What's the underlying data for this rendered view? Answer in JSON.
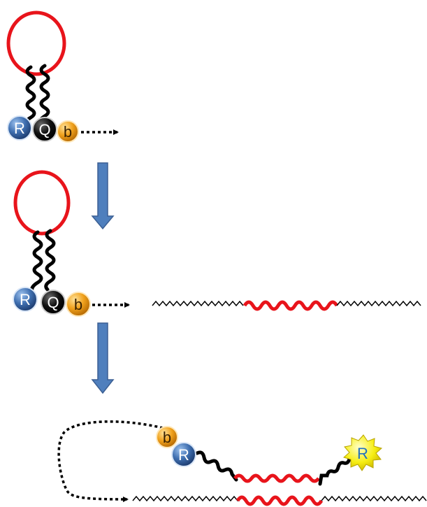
{
  "labels": {
    "reporter": "R",
    "quencher": "Q",
    "binder": "b"
  },
  "colors": {
    "loop": "#e8141b",
    "stem": "#000000",
    "arrow_fill": "#4f7fbd",
    "arrow_stroke": "#3b5f93",
    "reporter_fill": "#3f6fb0",
    "quencher_fill": "#111111",
    "binder_fill": "#f0a11c",
    "glow_fill": "#f6ee13",
    "glow_text": "#1f6fc0"
  },
  "icons": [
    "hairpin-probe",
    "target-strand",
    "step-arrow",
    "dotted-pointer",
    "starburst-icon"
  ]
}
